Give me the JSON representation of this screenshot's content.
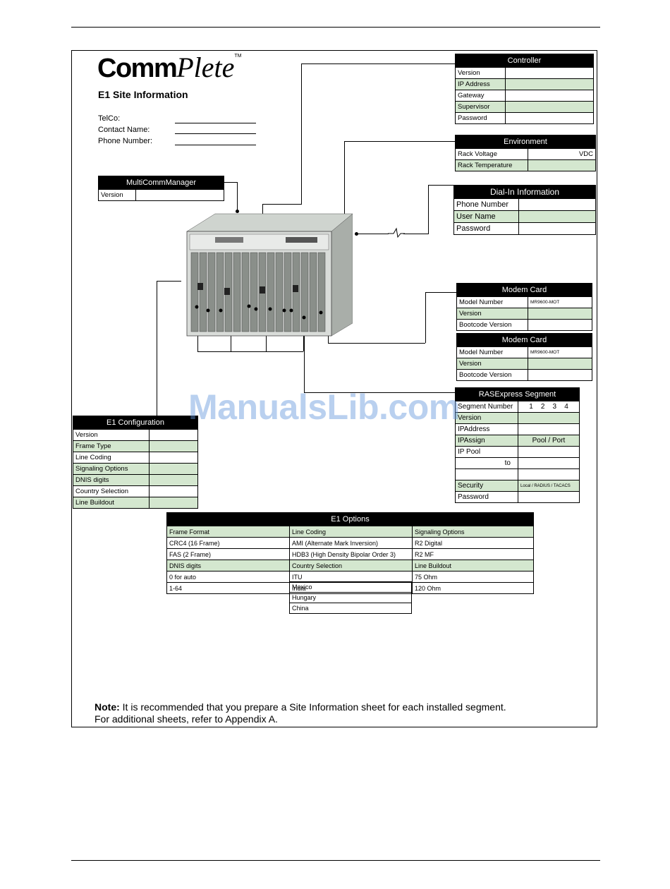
{
  "logo": {
    "text_bold": "Comm",
    "text_script": "Plete",
    "tm": "TM"
  },
  "title": "E1 Site Information",
  "site_fields": [
    "TelCo:",
    "Contact Name:",
    "Phone Number:"
  ],
  "multicommmanager": {
    "title": "MultiCommManager",
    "rows": [
      "Version"
    ]
  },
  "controller": {
    "title": "Controller",
    "rows": [
      "Version",
      "IP Address",
      "Gateway",
      "Supervisor",
      "Password"
    ]
  },
  "environment": {
    "title": "Environment",
    "rows": [
      {
        "label": "Rack Voltage",
        "value": "VDC"
      },
      {
        "label": "Rack Temperature",
        "value": ""
      }
    ]
  },
  "dialin": {
    "title": "Dial-In Information",
    "rows": [
      "Phone Number",
      "User Name",
      "Password"
    ]
  },
  "modem1": {
    "title": "Modem Card",
    "rows": [
      {
        "label": "Model Number",
        "value": "MR9600-MOT"
      },
      {
        "label": "Version",
        "value": ""
      },
      {
        "label": "Bootcode Version",
        "value": ""
      }
    ]
  },
  "modem2": {
    "title": "Modem Card",
    "rows": [
      {
        "label": "Model Number",
        "value": "MR9600-MOT"
      },
      {
        "label": "Version",
        "value": ""
      },
      {
        "label": "Bootcode Version",
        "value": ""
      }
    ]
  },
  "rasexpress": {
    "title": "RASExpress Segment",
    "rows": [
      {
        "label": "Segment Number",
        "value": "1    2    3    4"
      },
      {
        "label": "Version",
        "value": ""
      },
      {
        "label": "IPAddress",
        "value": ""
      },
      {
        "label": "IPAssign",
        "value": "Pool  /  Port"
      },
      {
        "label": "IP Pool",
        "value": ""
      },
      {
        "label": "to",
        "value": ""
      },
      {
        "label": "",
        "value": ""
      },
      {
        "label": "Security",
        "value": "Local / RADIUS / TACACS"
      },
      {
        "label": "Password",
        "value": ""
      }
    ]
  },
  "e1config": {
    "title": "E1 Configuration",
    "rows": [
      "Version",
      "Frame Type",
      "Line Coding",
      "Signaling Options",
      "DNIS digits",
      "Country Selection",
      "Line Buildout"
    ]
  },
  "e1options": {
    "title": "E1 Options",
    "rows": [
      [
        "Frame Format",
        "Line Coding",
        "Signaling Options"
      ],
      [
        "CRC4 (16 Frame)",
        "AMI (Alternate Mark Inversion)",
        "R2 Digital"
      ],
      [
        "FAS (2 Frame)",
        "HDB3 (High Density Bipolar Order 3)",
        "R2 MF"
      ],
      [
        "DNIS digits",
        "Country Selection",
        "Line Buildout"
      ],
      [
        "0 for auto",
        "ITU",
        "75 Ohm"
      ],
      [
        "1-64",
        "India",
        "120 Ohm"
      ]
    ],
    "extra": [
      "Mexico",
      "Hungary",
      "China"
    ]
  },
  "watermark": "ManualsLib.com",
  "note": {
    "bold": "Note:",
    "line1": " It is recommended that you prepare a Site Information sheet for each installed segment.",
    "line2": "For additional sheets, refer to Appendix A."
  },
  "colors": {
    "header": "#000000",
    "shade": "#d4e7cf"
  }
}
